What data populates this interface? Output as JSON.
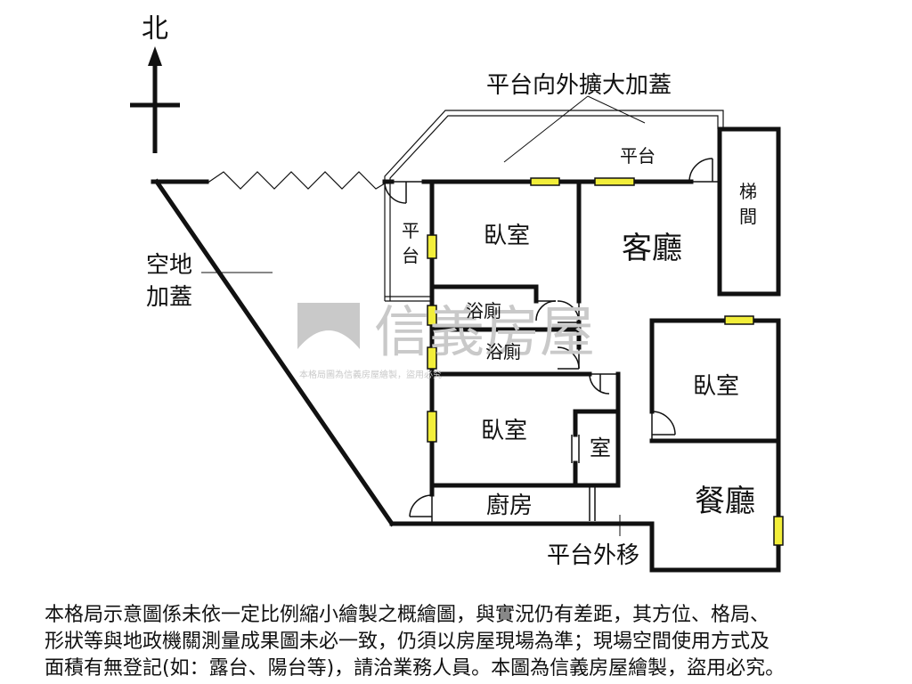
{
  "compass": {
    "north_label": "北"
  },
  "annotations": {
    "platform_extension": "平台向外擴大加蓋",
    "open_space_line1": "空地",
    "open_space_line2": "加蓋",
    "platform_moved": "平台外移"
  },
  "rooms": {
    "platform_top": "平台",
    "platform_left_1": "平",
    "platform_left_2": "台",
    "stairs_1": "梯",
    "stairs_2": "間",
    "bedroom_1": "臥室",
    "living_room": "客廳",
    "bath_1": "浴廁",
    "bath_2": "浴廁",
    "bedroom_2": "臥室",
    "bedroom_3": "臥室",
    "small_room": "室",
    "kitchen": "廚房",
    "dining_room": "餐廳"
  },
  "watermark": {
    "brand": "信義房屋",
    "subtext": "本格局圖為信義房屋繪製，盜用必究"
  },
  "disclaimer": "本格局示意圖係未依一定比例縮小繪製之概繪圖，與實況仍有差距，其方位、格局、\n形狀等與地政機關測量成果圖未必一致，仍須以房屋現場為準；現場空間使用方式及\n面積有無登記(如：露台、陽台等)，請洽業務人員。本圖為信義房屋繪製，盜用必究。",
  "colors": {
    "wall": "#111111",
    "window_fill": "#f2ee3a",
    "watermark": "#c9c9c9"
  }
}
